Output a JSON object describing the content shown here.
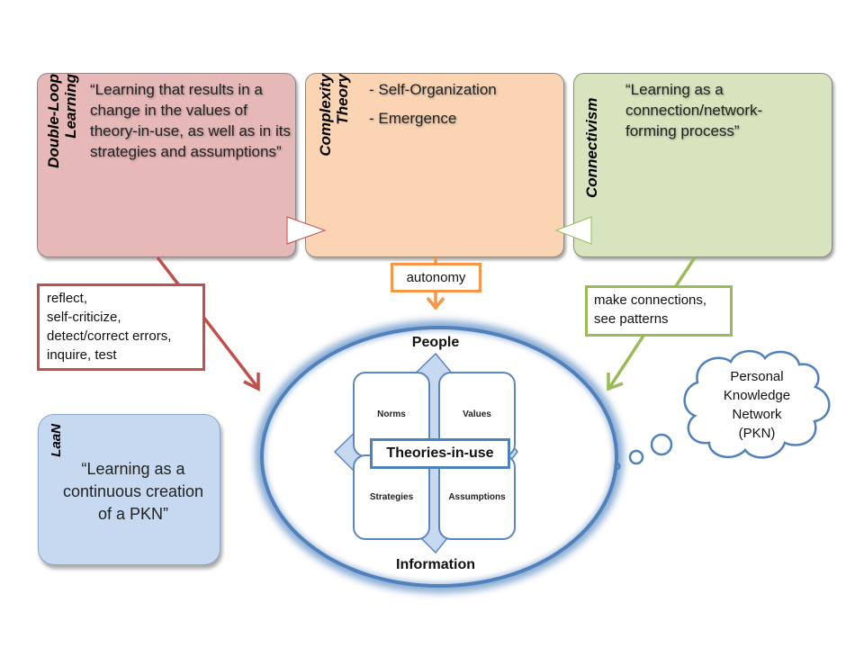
{
  "boxes": {
    "double_loop": {
      "title_line1": "Double-Loop",
      "title_line2": "Learning",
      "quote": "“Learning that results in a change in the values of theory-in-use,  as well as in its strategies and assumptions”",
      "color": "#e6b8b8"
    },
    "complexity": {
      "title_line1": "Complexity",
      "title_line2": "Theory",
      "bullet1": "- Self-Organization",
      "bullet2": "- Emergence",
      "color": "#fbd4b4"
    },
    "connectivism": {
      "title": "Connectivism",
      "quote": "“Learning as a connection/network-forming process”",
      "color": "#d7e4bd"
    }
  },
  "callouts": {
    "red": {
      "line1": "reflect,",
      "line2": "self-criticize,",
      "line3": "detect/correct errors,",
      "line4": "inquire, test",
      "color": "#c0504d"
    },
    "orange": {
      "text": "autonomy",
      "color": "#f79646"
    },
    "green": {
      "line1": "make connections,",
      "line2": "see patterns",
      "color": "#9bbb59"
    }
  },
  "center": {
    "top_label": "People",
    "bottom_label": "Information",
    "title": "Theories-in-use",
    "quadrants": [
      "Norms",
      "Values",
      "Strategies",
      "Assumptions"
    ],
    "color": "#4f81bd"
  },
  "cloud": {
    "line1": "Personal",
    "line2": "Knowledge",
    "line3": "Network",
    "line4": "(PKN)"
  },
  "laan": {
    "title": "LaaN",
    "quote": "“Learning as a continuous creation of a PKN”",
    "color": "#c6d9f1"
  }
}
